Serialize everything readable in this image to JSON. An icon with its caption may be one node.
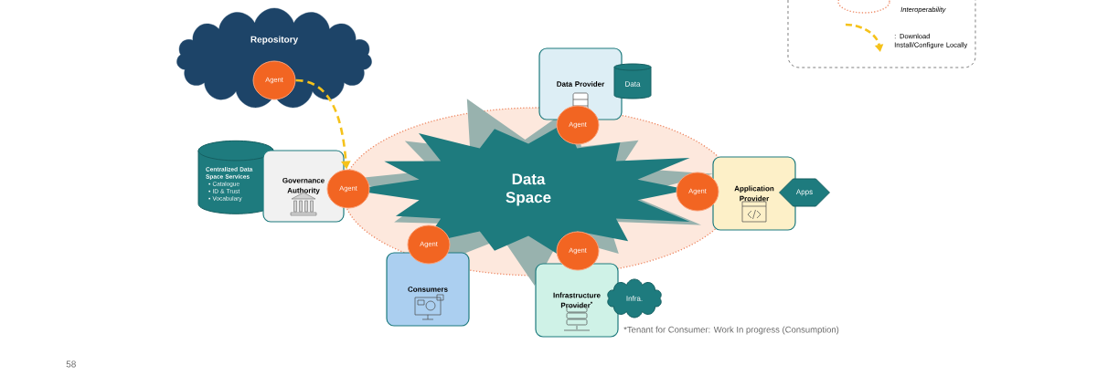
{
  "diagram": {
    "nodes": [
      {
        "text": [
          "Repository"
        ]
      },
      {
        "text": [
          "Agent"
        ],
        "in": 0
      },
      {
        "text": [
          "Data Space"
        ]
      },
      {
        "text": [
          "Data Provider"
        ]
      },
      {
        "text": [
          "Data"
        ]
      },
      {
        "text": [
          "Agent"
        ]
      },
      {
        "text": [
          "Centralized Data Space Services",
          "• Catalogue",
          "• ID & Trust",
          "• Vocabulary"
        ]
      },
      {
        "text": [
          "Governance Authority"
        ]
      },
      {
        "text": [
          "Agent"
        ]
      },
      {
        "text": [
          "Application Provider"
        ]
      },
      {
        "text": [
          "Apps"
        ]
      },
      {
        "text": [
          "Agent"
        ]
      },
      {
        "text": [
          "Consumers"
        ]
      },
      {
        "text": [
          "Agent"
        ]
      },
      {
        "text": [
          "Infrastructure Provider$^{*}$"
        ]
      },
      {
        "text": [
          "Infra."
        ]
      },
      {
        "text": [
          "Agent"
        ]
      }
    ],
    "edges": [
      {
        "from": 1,
        "to": 8,
        "arrow": "to",
        "style": "dashed",
        "color": "#f5c21b"
      }
    ],
    "labels": [
      "*Tenant for Consumer: Work In progress (Consumption)",
      "58"
    ],
    "legend": [
      {
        "text": "Interoperability"
      },
      {
        "text": ": Download Install/Configure Locally"
      }
    ]
  }
}
